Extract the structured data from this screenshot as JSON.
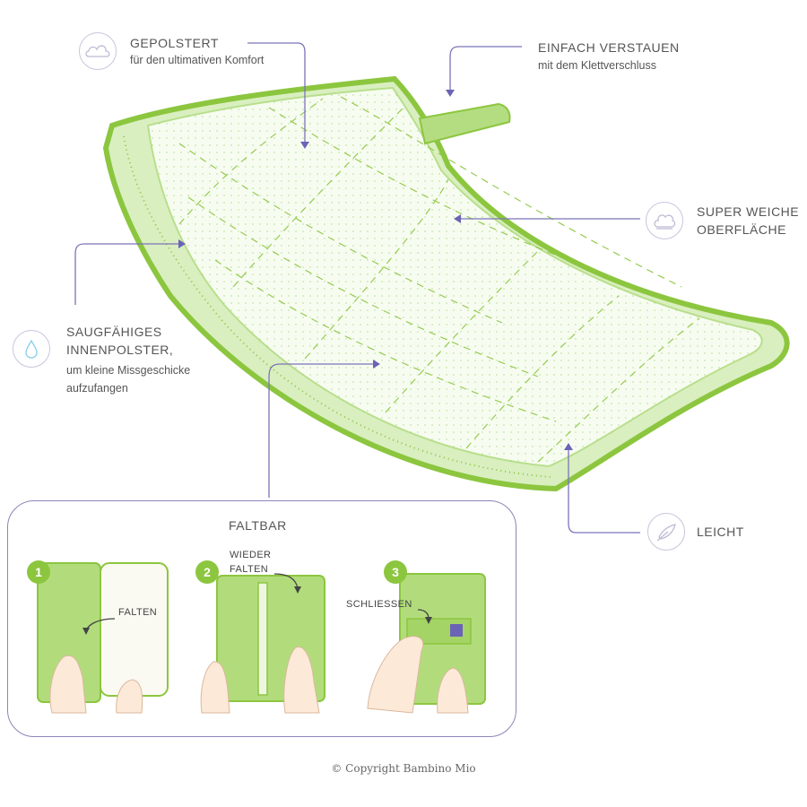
{
  "features": {
    "padded": {
      "title": "GEPOLSTERT",
      "subtitle": "für den ultimativen Komfort",
      "icon": "cloud-icon"
    },
    "store": {
      "title": "EINFACH VERSTAUEN",
      "subtitle": "mit dem Klettverschluss"
    },
    "soft": {
      "title_line1": "SUPER WEICHE",
      "title_line2": "OBERFLÄCHE",
      "icon": "fluffy-cloud-icon"
    },
    "absorbent": {
      "title_line1": "SAUGFÄHIGES",
      "title_line2": "INNENPOLSTER,",
      "subtitle_line1": "um kleine Missgeschicke",
      "subtitle_line2": "aufzufangen",
      "icon": "water-drop-icon"
    },
    "light": {
      "title": "LEICHT",
      "icon": "feather-icon"
    }
  },
  "foldable": {
    "title": "FALTBAR",
    "steps": [
      {
        "number": "1",
        "label": "FALTEN"
      },
      {
        "number": "2",
        "label_line1": "WIEDER",
        "label_line2": "FALTEN"
      },
      {
        "number": "3",
        "label": "SCHLIESSEN"
      }
    ]
  },
  "copyright": "© Copyright Bambino Mio",
  "colors": {
    "green": "#8cc63f",
    "purple": "#6b63b5",
    "line": "#7a74b8"
  }
}
